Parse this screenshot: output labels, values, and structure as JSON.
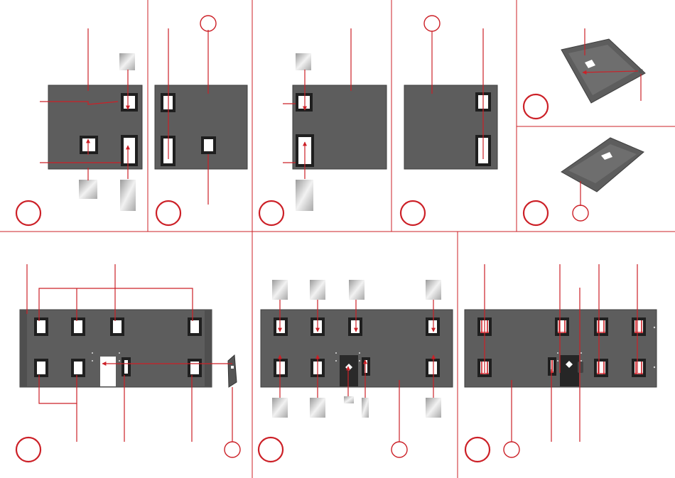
{
  "sheet": {
    "title": "",
    "style": {
      "accent": "#cc2027",
      "wall": "#5d5d5d",
      "wall_edge": "#3f3f3f",
      "frame": "#1f1f1f",
      "glass": "#ffffff",
      "glazing_part": "#bdbdbd",
      "divider": "#cc2027",
      "background": "#ffffff"
    }
  },
  "steps": [
    {
      "key": "step-1",
      "marker": "red-circle"
    },
    {
      "key": "step-2",
      "marker": "red-circle"
    },
    {
      "key": "step-3",
      "marker": "red-circle"
    },
    {
      "key": "step-4",
      "marker": "red-circle"
    },
    {
      "key": "step-5",
      "marker": "red-circle"
    },
    {
      "key": "step-6",
      "marker": "red-circle"
    },
    {
      "key": "step-7",
      "marker": "red-circle"
    },
    {
      "key": "step-8",
      "marker": "red-circle"
    },
    {
      "key": "step-9",
      "marker": "red-circle"
    }
  ],
  "icons": [
    "step-circle",
    "part-circle",
    "glazing-pane",
    "arrow-up",
    "arrow-down",
    "door-panel",
    "base-plate"
  ]
}
